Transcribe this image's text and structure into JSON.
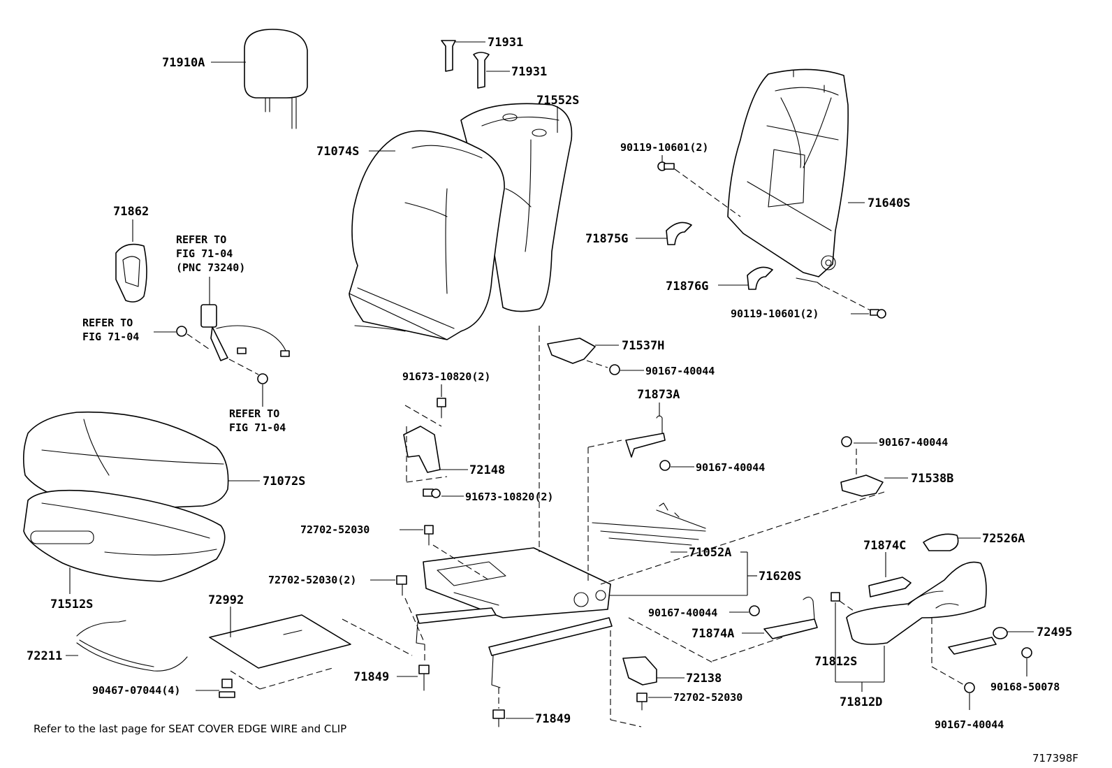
{
  "footer_note": "Refer to the last page for SEAT COVER EDGE WIRE and CLIP",
  "figure_id": "717398F",
  "labels": {
    "p71910A": "71910A",
    "p71931a": "71931",
    "p71931b": "71931",
    "p71552S": "71552S",
    "p71074S": "71074S",
    "p90119a": "90119-10601(2)",
    "p71640S": "71640S",
    "p71875G": "71875G",
    "p71876G": "71876G",
    "p90119b": "90119-10601(2)",
    "p71862": "71862",
    "refer1": "REFER TO",
    "refer1b": "FIG 71-04",
    "refer1c": "(PNC 73240)",
    "refer2": "REFER TO",
    "refer2b": "FIG 71-04",
    "refer3": "REFER TO",
    "refer3b": "FIG 71-04",
    "p71537H": "71537H",
    "p90167a": "90167-40044",
    "p91673a": "91673-10820(2)",
    "p71873A": "71873A",
    "p90167b": "90167-40044",
    "p90167c": "90167-40044",
    "p71538B": "71538B",
    "p72148": "72148",
    "p91673b": "91673-10820(2)",
    "p71072S": "71072S",
    "p72702a": "72702-52030",
    "p71052A": "71052A",
    "p71620S": "71620S",
    "p72526A": "72526A",
    "p71874C": "71874C",
    "p72702b": "72702-52030(2)",
    "p71512S": "71512S",
    "p72992": "72992",
    "p90167d": "90167-40044",
    "p71874A": "71874A",
    "p71812S": "71812S",
    "p72495": "72495",
    "p72211": "72211",
    "p71849a": "71849",
    "p72138": "72138",
    "p90467": "90467-07044(4)",
    "p72702c": "72702-52030",
    "p71812D": "71812D",
    "p90168": "90168-50078",
    "p71849b": "71849",
    "p90167e": "90167-40044"
  }
}
